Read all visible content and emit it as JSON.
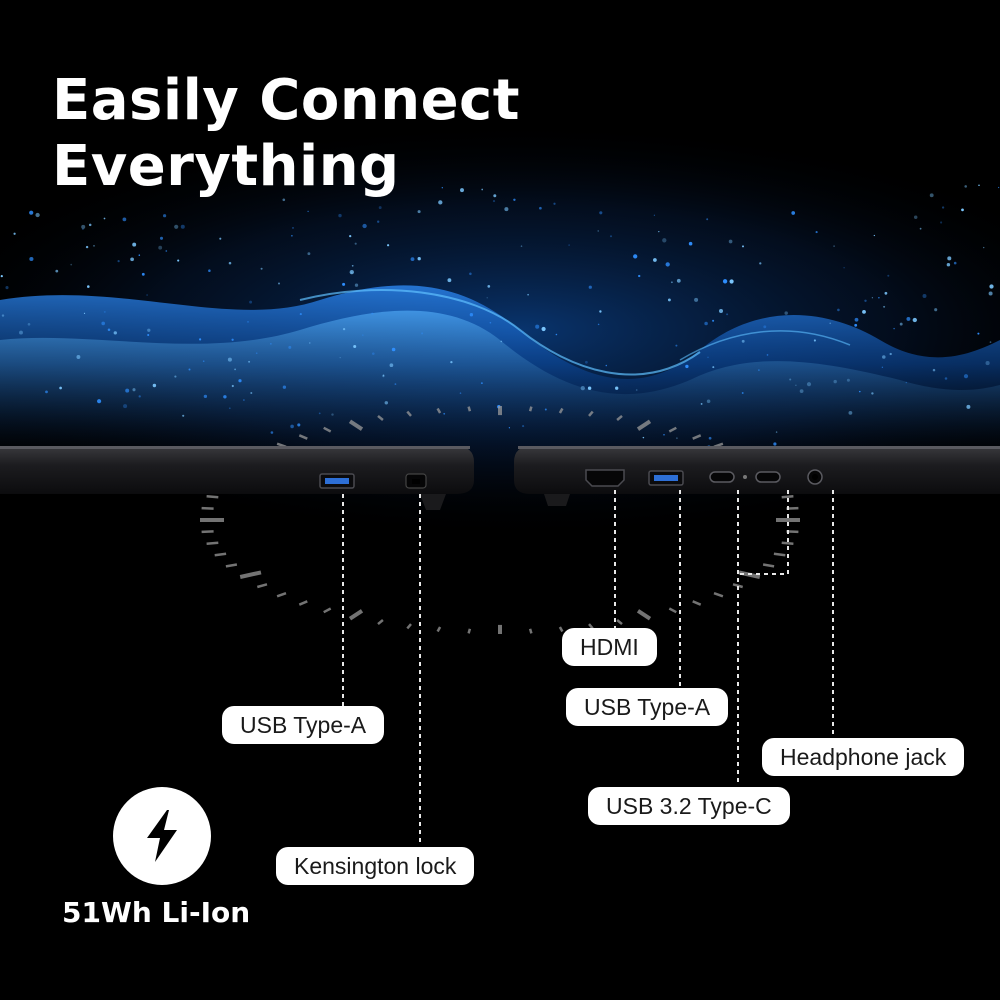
{
  "headline": {
    "line1": "Easily Connect",
    "line2": "Everything"
  },
  "ports": {
    "left": [
      {
        "name": "usb-type-a-left",
        "label": "USB Type-A"
      },
      {
        "name": "kensington-lock",
        "label": "Kensington lock"
      }
    ],
    "right": [
      {
        "name": "hdmi",
        "label": "HDMI"
      },
      {
        "name": "usb-type-a-right",
        "label": "USB Type-A"
      },
      {
        "name": "headphone-jack",
        "label": "Headphone jack"
      },
      {
        "name": "usb-3-2-type-c",
        "label": "USB 3.2 Type-C"
      }
    ]
  },
  "battery": {
    "icon": "lightning-bolt-icon",
    "label": "51Wh Li-Ion"
  },
  "colors": {
    "background": "#000000",
    "wave_glow": "#3a9cff",
    "pill_background": "#ffffff",
    "pill_text": "#1a1a1a",
    "text": "#ffffff"
  }
}
